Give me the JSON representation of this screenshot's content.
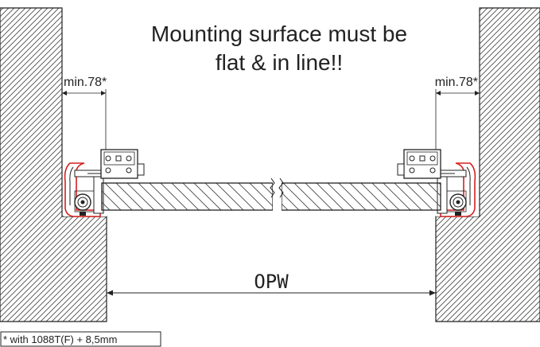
{
  "title_line1": "Mounting surface must be",
  "title_line2": "flat & in line!!",
  "left_min_label": "min.78*",
  "right_min_label": "min.78*",
  "opening_width_label": "OPW",
  "footnote": "* with 1088T(F) + 8,5mm",
  "colors": {
    "line": "#222222",
    "accent": "#d42020",
    "background": "#ffffff"
  }
}
